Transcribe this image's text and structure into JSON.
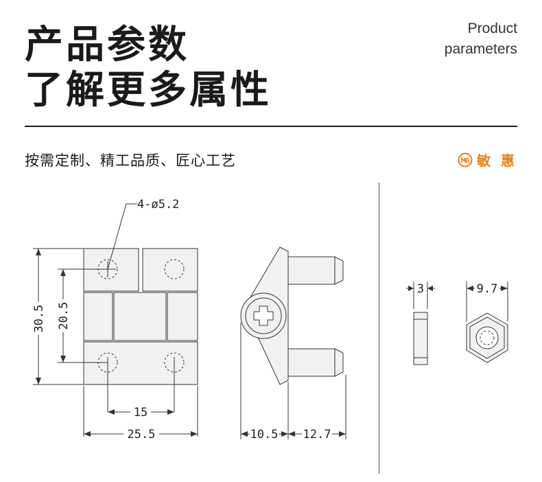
{
  "header": {
    "title_line1": "产品参数",
    "title_line2": "了解更多属性",
    "subtitle_en_line1": "Product",
    "subtitle_en_line2": "parameters"
  },
  "tagline": "按需定制、精工品质、匠心工艺",
  "brand": {
    "name": "敏 惠",
    "color": "#e8801a"
  },
  "drawings": {
    "hole_spec": "4-ø5.2",
    "height_overall": "30.5",
    "hole_spacing_vertical": "20.5",
    "hole_spacing_horizontal": "15",
    "width_overall": "25.5",
    "side_depth": "10.5",
    "pin_length": "12.7",
    "nut_thickness": "3",
    "nut_width": "9.7"
  }
}
